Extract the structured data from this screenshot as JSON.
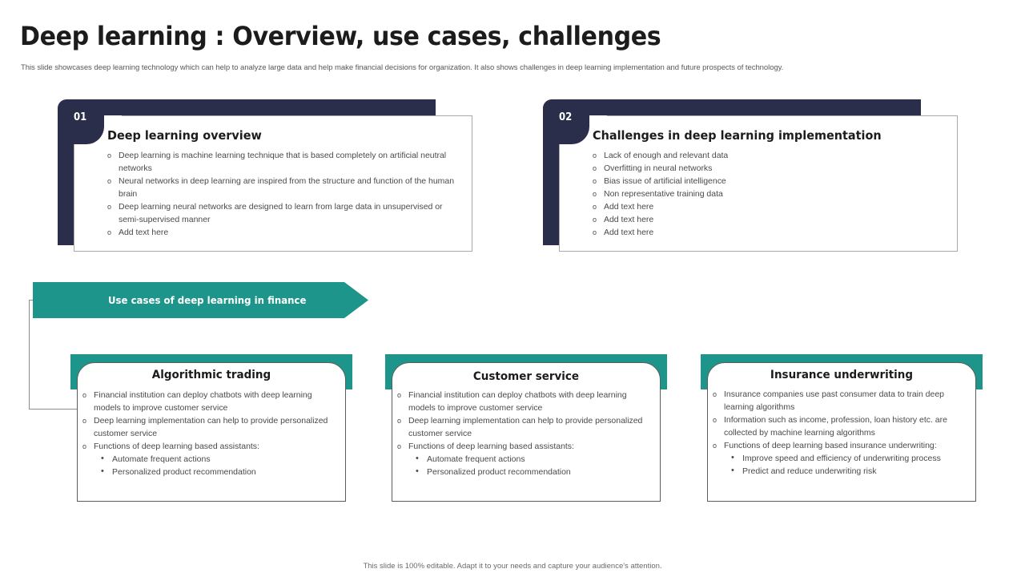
{
  "header": {
    "title": "Deep learning : Overview, use cases, challenges",
    "subtitle": "This slide showcases deep learning technology which can help to analyze large data and help make  financial decisions for organization. It also shows challenges in deep learning implementation  and future prospects of technology."
  },
  "colors": {
    "navy": "#2b2e4a",
    "teal": "#1d958a",
    "body_text": "#4a4a4a",
    "heading": "#1c1c1c"
  },
  "panels": [
    {
      "number": "01",
      "title": "Deep learning overview",
      "bullets": [
        "Deep learning  is machine learning  technique that is based completely on artificial  neutral  networks",
        "Neural  networks in deep learning  are inspired from  the structure and function  of the human  brain",
        "Deep learning  neural  networks are  designed  to learn from  large data in unsupervised  or semi-supervised  manner",
        "Add text here"
      ]
    },
    {
      "number": "02",
      "title": "Challenges in deep learning implementation",
      "bullets": [
        "Lack of enough  and relevant  data",
        "Overfitting  in neural  networks",
        "Bias issue of artificial  intelligence",
        "Non representative  training  data",
        "Add text here",
        "Add text here",
        "Add text here"
      ]
    }
  ],
  "banner": {
    "label": "Use cases of deep learning in finance"
  },
  "use_cases": [
    {
      "title": "Algorithmic trading",
      "bullets": [
        {
          "text": "Financial  institution can deploy  chatbots with deep learning  models to improve  customer service",
          "subs": []
        },
        {
          "text": "Deep learning  implementation  can help to provide personalized  customer service",
          "subs": []
        },
        {
          "text": "Functions of deep learning  based assistants:",
          "subs": [
            "Automate frequent  actions",
            "Personalized  product  recommendation"
          ]
        }
      ]
    },
    {
      "title": "Customer service",
      "bullets": [
        {
          "text": "Financial  institution can deploy  chatbots with deep learning  models to improve  customer service",
          "subs": []
        },
        {
          "text": "Deep learning  implementation  can help to provide personalized  customer service",
          "subs": []
        },
        {
          "text": "Functions of deep learning  based assistants:",
          "subs": [
            "Automate frequent  actions",
            "Personalized  product  recommendation"
          ]
        }
      ]
    },
    {
      "title": "Insurance underwriting",
      "bullets": [
        {
          "text": "Insurance companies use past consumer data to train deep learning algorithms",
          "subs": []
        },
        {
          "text": "Information such as income, profession, loan history etc.  are collected by  machine learning algorithms",
          "subs": []
        },
        {
          "text": "Functions of deep learning based insurance underwriting:",
          "subs": [
            "Improve speed and efficiency of underwriting process",
            "Predict and reduce underwriting risk"
          ]
        }
      ]
    }
  ],
  "bullet_marks": {
    "level1": "o",
    "level2": "•"
  },
  "footer": {
    "note": "This slide is 100% editable. Adapt it to your needs and capture your audience's attention."
  }
}
